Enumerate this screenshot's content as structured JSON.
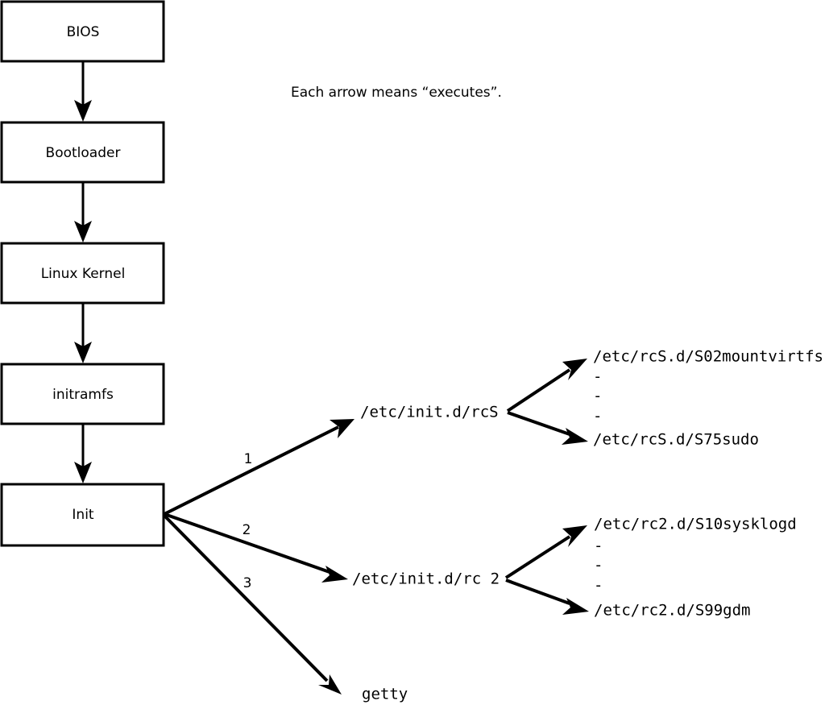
{
  "caption": {
    "text": "Each arrow means “executes”."
  },
  "chain": {
    "nodes": [
      {
        "label": "BIOS"
      },
      {
        "label": "Bootloader"
      },
      {
        "label": "Linux Kernel"
      },
      {
        "label": "initramfs"
      },
      {
        "label": "Init"
      }
    ]
  },
  "init_branches": [
    {
      "number": "1",
      "target": "/etc/init.d/rcS"
    },
    {
      "number": "2",
      "target": "/etc/init.d/rc 2"
    },
    {
      "number": "3",
      "target": "getty"
    }
  ],
  "rcs_children": {
    "first": "/etc/rcS.d/S02mountvirtfs",
    "last": "/etc/rcS.d/S75sudo",
    "ellipsis": [
      "-",
      "-",
      "-"
    ]
  },
  "rc2_children": {
    "first": "/etc/rc2.d/S10sysklogd",
    "last": "/etc/rc2.d/S99gdm",
    "ellipsis": [
      "-",
      "-",
      "-"
    ]
  },
  "colors": {
    "stroke": "#000000",
    "background": "#ffffff",
    "text": "#000000"
  }
}
